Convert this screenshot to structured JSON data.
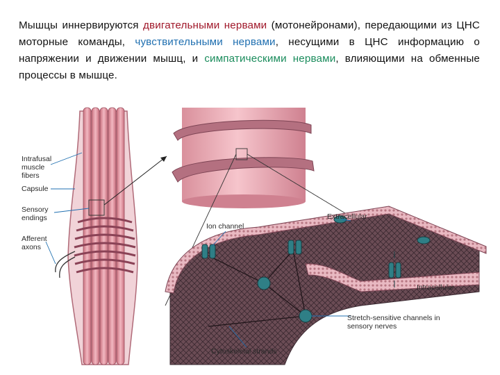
{
  "text": {
    "t1": "Мышцы иннервируются ",
    "t2": "двигательными нервами",
    "t3": " (мотонейронами), передающими из ЦНС моторные команды, ",
    "t4": "чувствительными нервами",
    "t5": ", несущими в ЦНС информацию о напряжении и движении мышц, и ",
    "t6": "симпатическими нервами",
    "t7": ", влияющими на обменные процессы в мышце."
  },
  "labels": {
    "intrafusal": "Intrafusal muscle fibers",
    "capsule": "Capsule",
    "sensory": "Sensory endings",
    "afferent": "Afferent axons",
    "ion_channel": "Ion channel",
    "extracellular": "Extracellular",
    "intracellular": "Intracellular",
    "stretch": "Stretch-sensitive channels in sensory nerves",
    "cytoskeletal": "Cytoskeletal strands"
  },
  "colors": {
    "motor": "#a0182a",
    "sensory": "#1f6fb0",
    "sympathetic": "#1a8c5c",
    "muscle_pink": "#d98c98",
    "nerve_mauve": "#a86a7a",
    "membrane_brown": "#6a4a52",
    "channel_teal": "#2f7f86"
  }
}
